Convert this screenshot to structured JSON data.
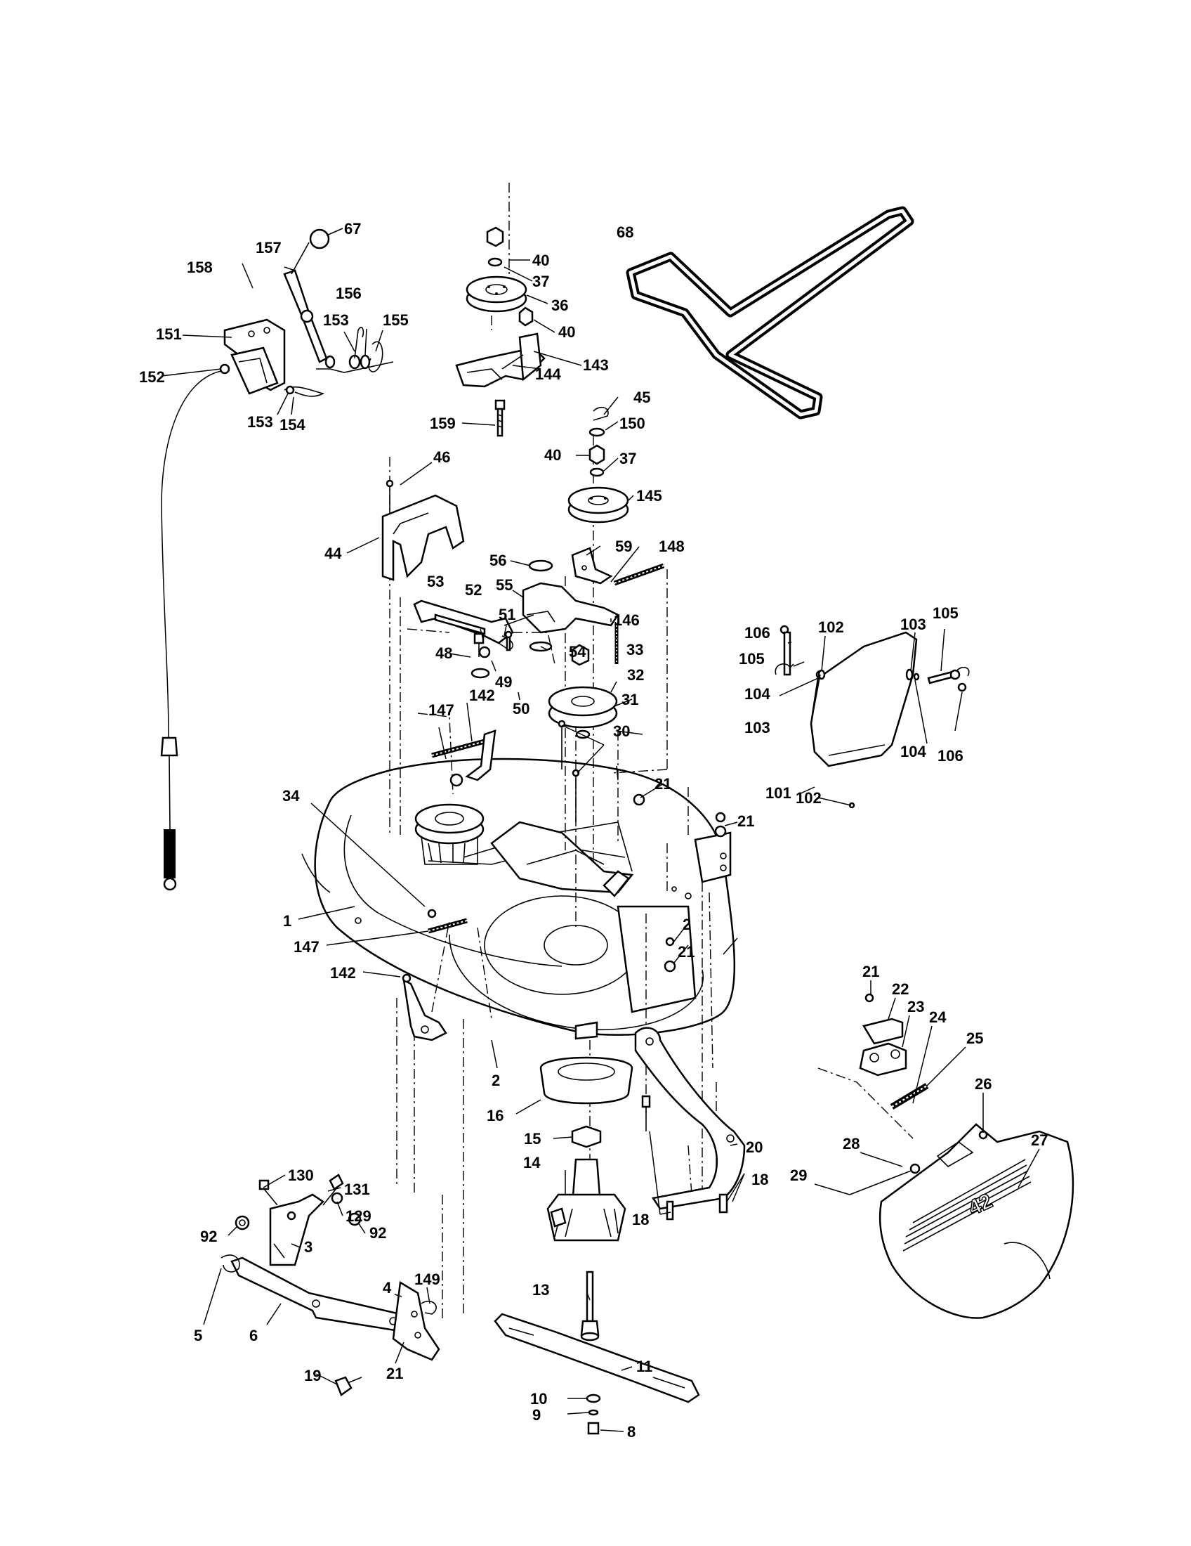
{
  "callouts": {
    "c1": "1",
    "c2a": "2",
    "c2b": "2",
    "c3": "3",
    "c4": "4",
    "c5": "5",
    "c6": "6",
    "c8": "8",
    "c9": "9",
    "c10": "10",
    "c11": "11",
    "c13": "13",
    "c14": "14",
    "c15": "15",
    "c16": "16",
    "c18a": "18",
    "c18b": "18",
    "c19": "19",
    "c20": "20",
    "c21a": "21",
    "c21b": "21",
    "c21c": "21",
    "c21d": "21",
    "c21e": "21",
    "c22": "22",
    "c23": "23",
    "c24": "24",
    "c25": "25",
    "c26": "26",
    "c27": "27",
    "c28": "28",
    "c29": "29",
    "c30": "30",
    "c31": "31",
    "c32": "32",
    "c33": "33",
    "c34": "34",
    "c36": "36",
    "c37a": "37",
    "c37b": "37",
    "c40a": "40",
    "c40b": "40",
    "c40c": "40",
    "c44": "44",
    "c45": "45",
    "c46": "46",
    "c48": "48",
    "c49": "49",
    "c50": "50",
    "c51": "51",
    "c52": "52",
    "c53": "53",
    "c54": "54",
    "c55": "55",
    "c56": "56",
    "c59": "59",
    "c67": "67",
    "c68": "68",
    "c92a": "92",
    "c92b": "92",
    "c101": "101",
    "c102a": "102",
    "c102b": "102",
    "c103a": "103",
    "c103b": "103",
    "c104a": "104",
    "c104b": "104",
    "c105a": "105",
    "c105b": "105",
    "c106a": "106",
    "c106b": "106",
    "c129": "129",
    "c130": "130",
    "c131": "131",
    "c142a": "142",
    "c142b": "142",
    "c143": "143",
    "c144": "144",
    "c145": "145",
    "c146": "146",
    "c147a": "147",
    "c147b": "147",
    "c148": "148",
    "c149": "149",
    "c150": "150",
    "c151": "151",
    "c152": "152",
    "c153a": "153",
    "c153b": "153",
    "c154": "154",
    "c155": "155",
    "c156": "156",
    "c157": "157",
    "c158": "158",
    "c159": "159"
  },
  "shroud_marking": "42"
}
